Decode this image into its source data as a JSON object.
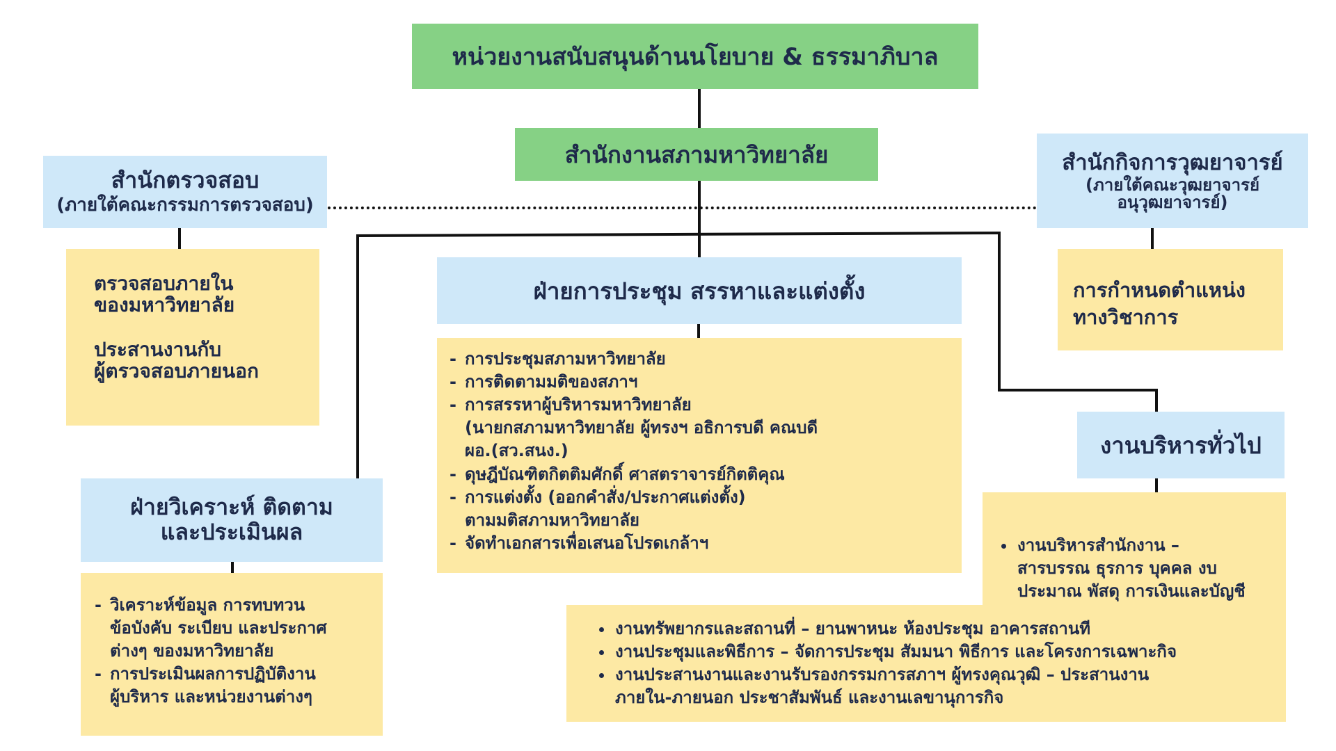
{
  "colors": {
    "green": "#86d185",
    "blue": "#cfe8f9",
    "yellow": "#fde9a4",
    "text": "#1e2a4a"
  },
  "top_unit": "หน่วยงานสนับสนุนด้านนโยบาย & ธรรมาภิบาล",
  "council_office": "สำนักงานสภามหาวิทยาลัย",
  "audit_office": {
    "title": "สำนักตรวจสอบ",
    "subtitle": "(ภายใต้คณะกรรมการตรวจสอบ)",
    "items": [
      "ตรวจสอบภายใน\nของมหาวิทยาลัย",
      "ประสานงานกับ\nผู้ตรวจสอบภายนอก"
    ]
  },
  "emeritus_office": {
    "title": "สำนักกิจการวุฒยาจารย์",
    "subtitle": "(ภายใต้คณะวุฒยาจารย์\nอนุวุฒยาจารย์)",
    "items": [
      "การกำหนดตำแหน่ง\nทางวิชาการ"
    ]
  },
  "meeting_division": {
    "title": "ฝ่ายการประชุม สรรหาและแต่งตั้ง",
    "items": [
      "การประชุมสภามหาวิทยาลัย",
      "การติดตามมติของสภาฯ",
      "การสรรหาผู้บริหารมหาวิทยาลัย\n(นายกสภามหาวิทยาลัย ผู้ทรงฯ อธิการบดี คณบดี\nผอ.(สว.สนง.)",
      "ดุษฎีบัณฑิตกิตติมศักดิ์ ศาสตราจารย์กิตติคุณ",
      "การแต่งตั้ง (ออกคำสั่ง/ประกาศแต่งตั้ง)\nตามมติสภามหาวิทยาลัย",
      "จัดทำเอกสารเพื่อเสนอโปรดเกล้าฯ"
    ]
  },
  "analysis_division": {
    "title": "ฝ่ายวิเคราะห์ ติดตาม\nและประเมินผล",
    "items": [
      "วิเคราะห์ข้อมูล การทบทวน\nข้อบังคับ ระเบียบ และประกาศ\nต่างๆ ของมหาวิทยาลัย",
      "การประเมินผลการปฏิบัติงาน\nผู้บริหาร และหน่วยงานต่างๆ"
    ]
  },
  "general_admin": {
    "title": "งานบริหารทั่วไป",
    "items_top": [
      "งานบริหารสำนักงาน –\nสารบรรณ ธุรการ บุคคล งบ\nประมาณ พัสดุ การเงินและบัญชี"
    ],
    "items_bottom": [
      "งานทรัพยากรและสถานที่ – ยานพาหนะ ห้องประชุม อาคารสถานที",
      "งานประชุมและพิธีการ – จัดการประชุม สัมมนา พิธีการ และโครงการเฉพาะกิจ",
      "งานประสานงานและงานรับรองกรรมการสภาฯ ผู้ทรงคุณวุฒิ – ประสานงาน\nภายใน-ภายนอก ประชาสัมพันธ์ และงานเลขานุการกิจ"
    ]
  }
}
